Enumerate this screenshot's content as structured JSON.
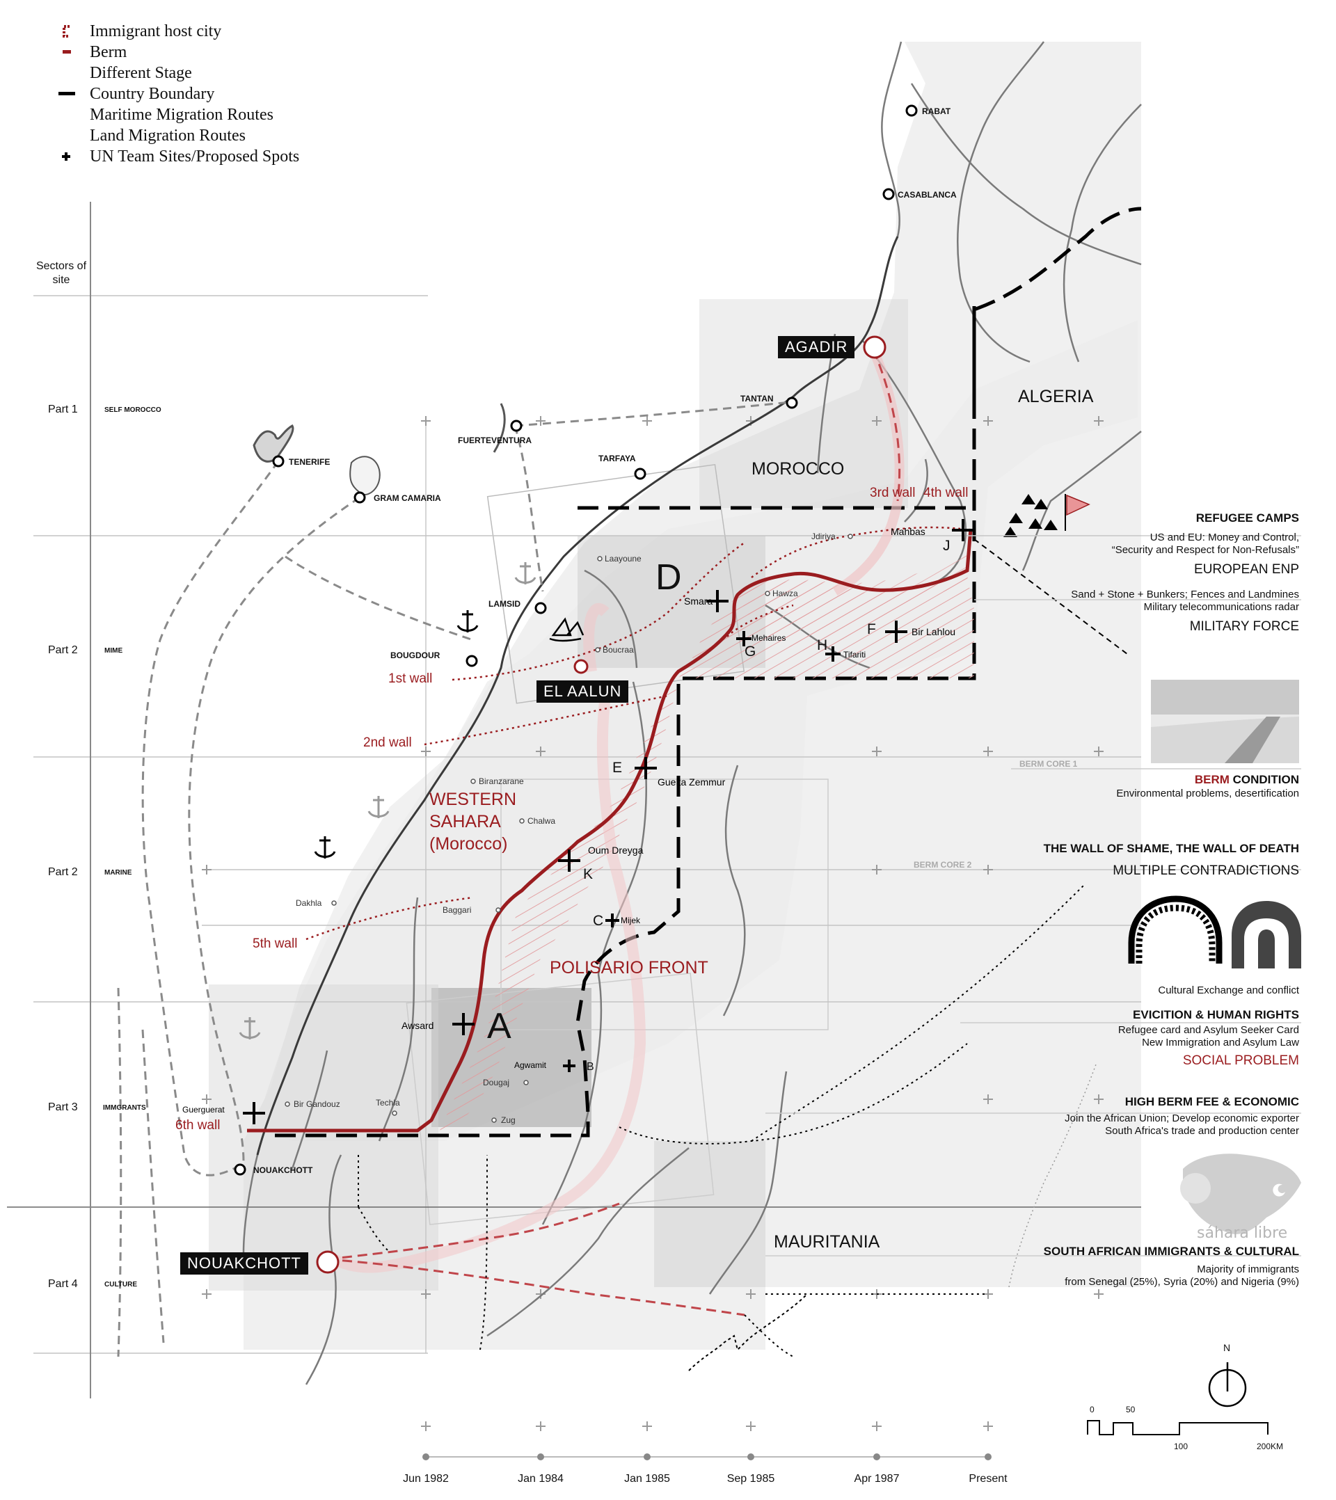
{
  "legend": [
    {
      "icon": "host-city-icon",
      "label": "Immigrant host city",
      "color": "#9a1c1f"
    },
    {
      "icon": "berm-icon",
      "label": "Berm",
      "color": "#9a1c1f"
    },
    {
      "icon": "none",
      "label": "Different Stage"
    },
    {
      "icon": "country-boundary-icon",
      "label": "Country Boundary",
      "color": "#000000"
    },
    {
      "icon": "none",
      "label": "Maritime Migration Routes"
    },
    {
      "icon": "none",
      "label": "Land Migration Routes"
    },
    {
      "icon": "un-site-icon",
      "label": "UN Team Sites/Proposed Spots"
    }
  ],
  "sectors": {
    "header": "Sectors of site",
    "rows": [
      {
        "part": "Part 1",
        "name": "SELF MOROCCO"
      },
      {
        "part": "Part 2",
        "name": "MIME"
      },
      {
        "part": "Part 2",
        "name": "MARINE"
      },
      {
        "part": "Part 3",
        "name": "IMMGRANTS"
      },
      {
        "part": "Part 4",
        "name": "CULTURE"
      }
    ]
  },
  "timeline": [
    "Jun 1982",
    "Jan 1984",
    "Jan 1985",
    "Sep 1985",
    "Apr 1987",
    "Present"
  ],
  "countries": {
    "algeria": "ALGERIA",
    "morocco": "MOROCCO",
    "mauritania": "MAURITANIA"
  },
  "region_labels": {
    "western_sahara": [
      "WESTERN",
      "SAHARA",
      "(Morocco)"
    ],
    "polisario": "POLISARIO FRONT"
  },
  "host_cities": [
    "AGADIR",
    "EL AALUN",
    "NOUAKCHOTT"
  ],
  "cities": [
    "RABAT",
    "CASABLANCA",
    "TANTAN",
    "FUERTEVENTURA",
    "TARFAYA",
    "TENERIFE",
    "GRAM CAMARIA",
    "LAMSID",
    "BOUGDOUR",
    "NOUAKCHOTT"
  ],
  "towns": [
    "Laayoune",
    "Hawza",
    "Jdiriya",
    "Boucraa",
    "Biranzarane",
    "Chalwa",
    "Dakhla",
    "Baggari",
    "Bir Gandouz",
    "Techla",
    "Dougaj",
    "Zug"
  ],
  "walls": [
    "1st wall",
    "2nd wall",
    "3rd wall",
    "4th wall",
    "5th wall",
    "6th wall"
  ],
  "un_sites": {
    "big": [
      "A",
      "D"
    ],
    "letters": [
      "B",
      "C",
      "E",
      "F",
      "G",
      "H",
      "J",
      "K"
    ],
    "names": [
      "Smara",
      "Mahbas",
      "Mehaires",
      "Tifariti",
      "Bir Lahlou",
      "Guelta Zemmur",
      "Oum Dreyga",
      "Mijek",
      "Awsard",
      "Agwamit",
      "Guerguerat"
    ]
  },
  "berm_cores": [
    "BERM CORE 1",
    "BERM CORE 2"
  ],
  "right_panel": {
    "refugee": {
      "title": "REFUGEE CAMPS",
      "lines": [
        "US and EU: Money and Control,",
        "“Security and Respect for Non-Refusals”"
      ],
      "sub": "EUROPEAN ENP"
    },
    "military": {
      "lines": [
        "Sand + Stone + Bunkers; Fences and Landmines",
        "Military telecommunications radar"
      ],
      "sub": "MILITARY FORCE"
    },
    "berm": {
      "title_red": "BERM",
      "title_rest": " CONDITION",
      "line": "Environmental problems, desertification"
    },
    "wall": {
      "title": "THE WALL OF SHAME, THE WALL OF DEATH",
      "sub": "MULTIPLE CONTRADICTIONS"
    },
    "cultural": {
      "line": "Cultural Exchange and conflict"
    },
    "eviction": {
      "title": "EVICITION & HUMAN RIGHTS",
      "lines": [
        "Refugee card and Asylum Seeker Card",
        "New Immigration and Asylum Law"
      ],
      "sub": "SOCIAL PROBLEM"
    },
    "fee": {
      "title": "HIGH BERM FEE & ECONOMIC",
      "lines": [
        "Join the African Union; Develop economic exporter",
        "South Africa's trade and production center"
      ]
    },
    "logo": "sáhara libre",
    "south": {
      "title": "SOUTH AFRICAN IMMIGRANTS & CULTURAL",
      "lines": [
        "Majority of immigrants",
        "from Senegal (25%), Syria (20%) and Nigeria (9%)"
      ]
    }
  },
  "north": "N",
  "scale": [
    "0",
    "50",
    "100",
    "200KM"
  ],
  "colors": {
    "berm": "#9a1c1f",
    "hatch": "#e8a3a5",
    "boundary": "#000000",
    "grid": "#bfbfbf",
    "route": "#8a8a8a"
  }
}
